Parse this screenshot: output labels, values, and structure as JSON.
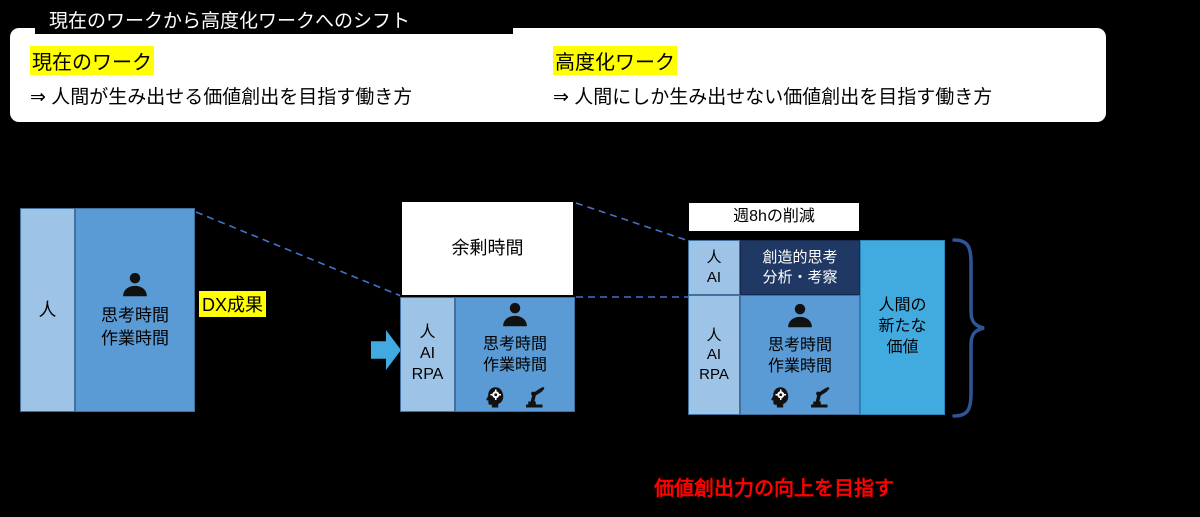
{
  "colors": {
    "background": "#000000",
    "light_blue": "#9DC3E6",
    "medium_blue": "#5B9BD5",
    "dark_navy": "#203864",
    "bright_blue": "#41AADF",
    "highlight_yellow": "#FFFF00",
    "accent_red": "#FF0000",
    "dashed_line_blue": "#4472C4",
    "brace_blue": "#2E5597"
  },
  "header": {
    "title": "現在のワークから高度化ワークへのシフト"
  },
  "legend": {
    "current_label": "現在のワーク",
    "current_desc": "⇒ 人間が生み出せる価値創出を目指す働き方",
    "advanced_label": "高度化ワーク",
    "advanced_desc": "⇒ 人間にしか生み出せない価値創出を目指す働き方"
  },
  "left_block": {
    "actor": "人",
    "time_lines": [
      "思考時間",
      "作業時間"
    ]
  },
  "dx_label": "DX成果",
  "middle_block": {
    "surplus_label": "余剰時間",
    "actors": [
      "人",
      "AI",
      "RPA"
    ],
    "time_lines": [
      "思考時間",
      "作業時間"
    ]
  },
  "right_block": {
    "reduction_label": "週8hの削減",
    "top_actors": [
      "人",
      "AI"
    ],
    "creative_lines": [
      "創造的思考",
      "分析・考察"
    ],
    "actors": [
      "人",
      "AI",
      "RPA"
    ],
    "time_lines": [
      "思考時間",
      "作業時間"
    ],
    "value_lines": [
      "人間の",
      "新たな",
      "価値"
    ]
  },
  "footer": {
    "note": "価値創出力の向上を目指す"
  }
}
